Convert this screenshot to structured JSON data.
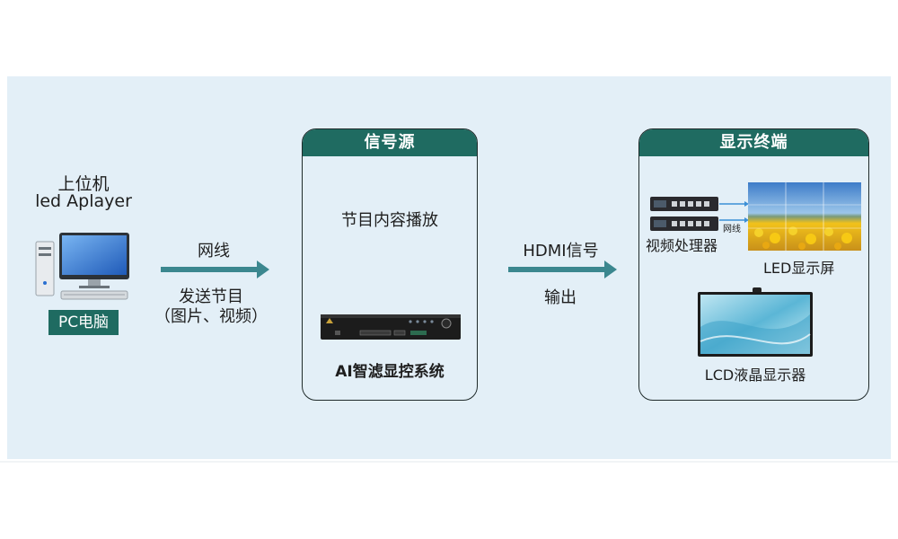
{
  "pc": {
    "line1": "上位机",
    "line2": "led Aplayer",
    "label": "PC电脑"
  },
  "arrow1": {
    "top_label": "网线",
    "bottom_line1": "发送节目",
    "bottom_line2": "（图片、视频）"
  },
  "source_box": {
    "title": "信号源",
    "content": "节目内容播放",
    "device_label": "AI智滤显控系统"
  },
  "arrow2": {
    "top_label": "HDMI信号",
    "bottom_label": "输出"
  },
  "display_box": {
    "title": "显示终端",
    "processor_label": "视频处理器",
    "network_label": "网线",
    "led_label": "LED显示屏",
    "lcd_label": "LCD液晶显示器"
  },
  "colors": {
    "accent": "#1f6b61",
    "arrow": "#3b878f",
    "panel": "#e3eff7"
  }
}
